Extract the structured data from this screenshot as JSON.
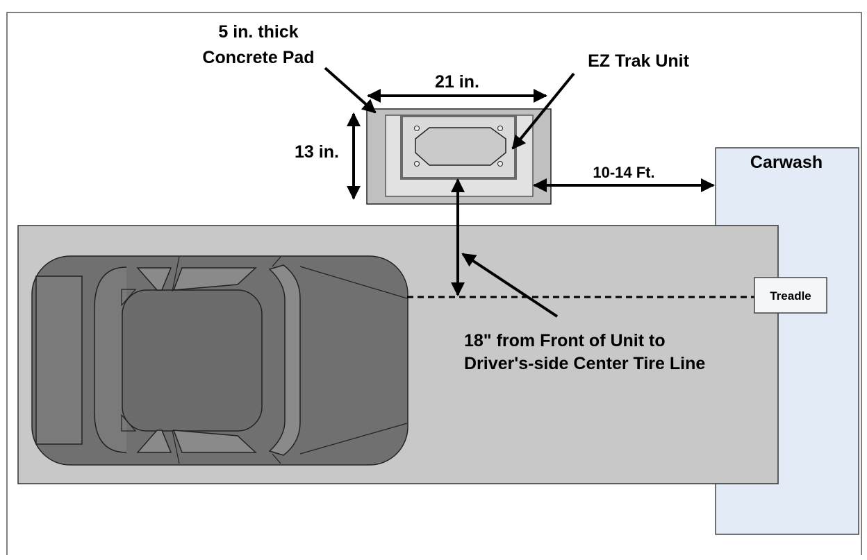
{
  "labels": {
    "pad_line1": "5 in. thick",
    "pad_line2": "Concrete Pad",
    "unit": "EZ Trak Unit",
    "width": "21 in.",
    "height": "13 in.",
    "distance": "10-14 Ft.",
    "building": "Carwash",
    "treadle": "Treadle",
    "note_line1": "18\" from Front of Unit to",
    "note_line2": "Driver's-side Center Tire Line"
  },
  "colors": {
    "frame": "#555555",
    "lane": "#c8c8c8",
    "car_body": "#707070",
    "car_window": "#8a8a8a",
    "pad": "#c0c0c0",
    "pad_inner": "#e2e2e2",
    "unit_plate": "#dadada",
    "carwash": "#e2ebf6",
    "treadle": "#f4f6fa"
  }
}
